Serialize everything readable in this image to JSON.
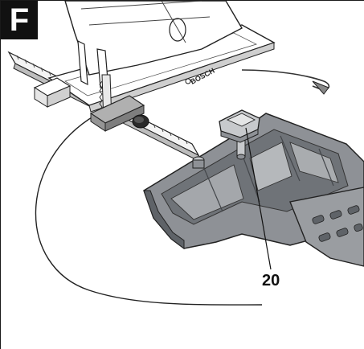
{
  "figure": {
    "label": "F",
    "callout": "20",
    "brand_mark": "BOSCH"
  },
  "colors": {
    "ink": "#111111",
    "part_fill": "#8e9196",
    "part_dark": "#5f6368",
    "part_light": "#c7c9cc",
    "tool_fill": "#ffffff"
  },
  "icons": {
    "illustration": "jigsaw-with-circle-cutter-guide"
  }
}
